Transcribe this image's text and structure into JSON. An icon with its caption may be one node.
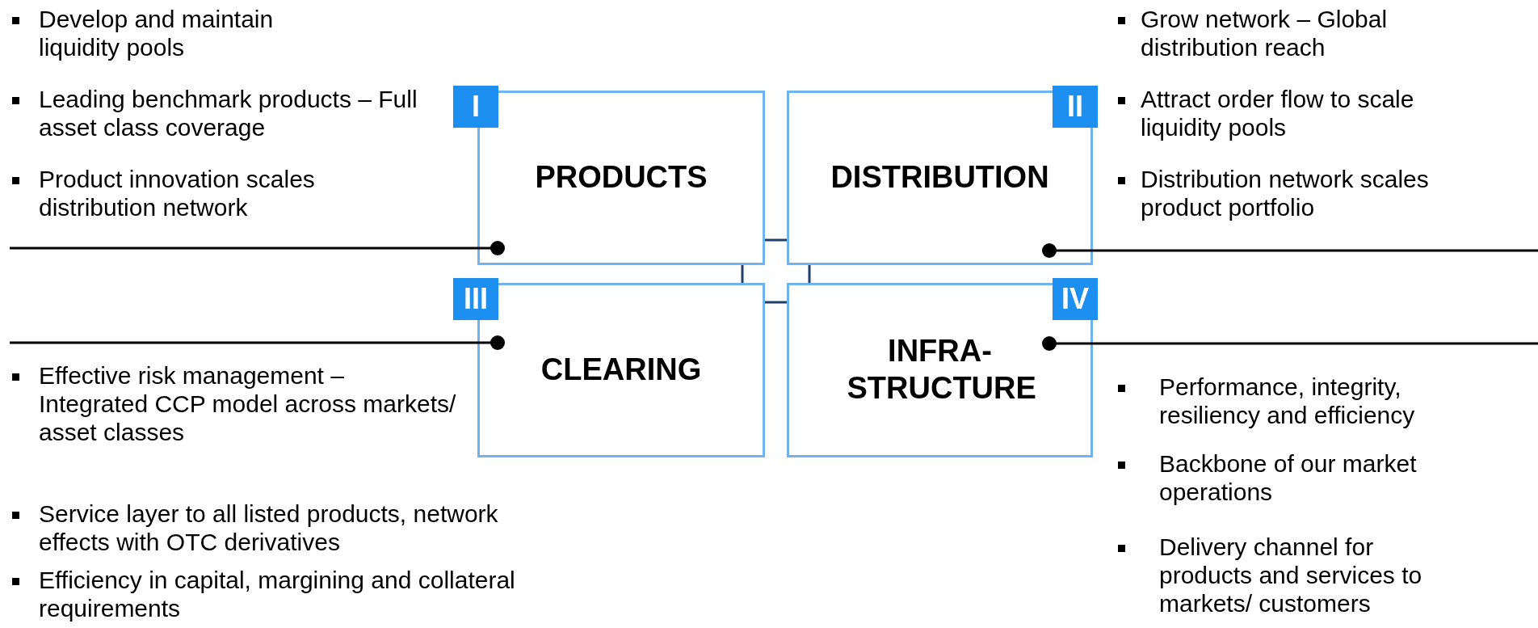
{
  "diagram": {
    "nodes": [
      {
        "text": [
          "PRODUCTS"
        ]
      },
      {
        "text": [
          "DISTRIBUTION"
        ]
      },
      {
        "text": [
          "CLEARING"
        ]
      },
      {
        "text": [
          "INFRA- STRUCTURE"
        ]
      },
      {
        "text": [
          "I"
        ]
      },
      {
        "text": [
          "II"
        ]
      },
      {
        "text": [
          "III"
        ]
      },
      {
        "text": [
          "IV"
        ]
      }
    ],
    "edges": [
      {
        "from": 0,
        "to": 1,
        "arrow": "none",
        "color": "#1f3f6e"
      },
      {
        "from": 0,
        "to": 2,
        "arrow": "none",
        "color": "#1f3f6e"
      },
      {
        "from": 1,
        "to": 3,
        "arrow": "none",
        "color": "#1f3f6e"
      },
      {
        "from": 2,
        "to": 3,
        "arrow": "none",
        "color": "#1f3f6e"
      },
      {
        "from": 0,
        "to": null,
        "arrow": "other",
        "color": "#000000"
      },
      {
        "from": 1,
        "to": null,
        "arrow": "other",
        "color": "#000000"
      },
      {
        "from": 2,
        "to": null,
        "arrow": "other",
        "color": "#000000"
      },
      {
        "from": 3,
        "to": null,
        "arrow": "other",
        "color": "#000000"
      }
    ],
    "labels": [
      "Develop and maintain liquidity pools",
      "Leading benchmark products – Full asset class coverage",
      "Product innovation scales distribution network",
      "Grow network – Global distribution reach",
      "Attract order flow to scale liquidity pools",
      "Distribution network scales product portfolio",
      "Effective risk management – Integrated CCP model across markets/ asset classes",
      "Service layer to all listed products, network effects with OTC derivatives",
      "Efficiency in capital, margining and collateral requirements",
      "Performance, integrity, resiliency and efficiency",
      "Backbone of our market operations",
      "Delivery channel for products  and services to markets/ customers"
    ]
  }
}
